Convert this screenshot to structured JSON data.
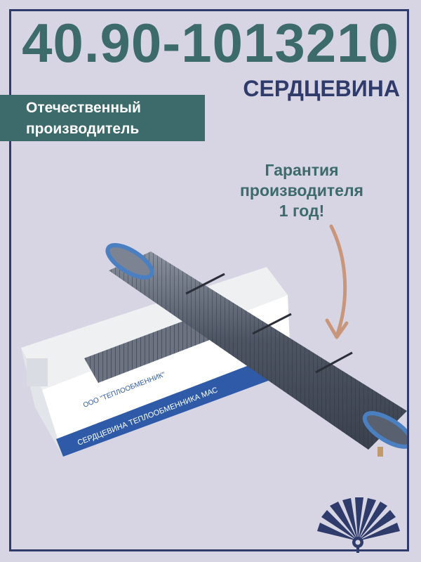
{
  "header": {
    "sku": "40.90-1013210",
    "product_name": "СЕРДЦЕВИНА"
  },
  "badge": {
    "line1": "Отечественный",
    "line2": "производитель"
  },
  "warranty": {
    "line1": "Гарантия",
    "line2": "производителя",
    "line3": "1 год!"
  },
  "product_image": {
    "box_brand": "ООО \"ТЕПЛООБМЕННИК\"",
    "box_label": "СЕРДЦЕВИНА ТЕПЛООБМЕННИКА МАС"
  },
  "colors": {
    "background": "#d7d5e4",
    "frame": "#2f3b6a",
    "accent_teal": "#3d6b6c",
    "arrow": "#c8967a"
  },
  "icons": [
    "arrow-down-icon",
    "fan-logo-icon"
  ]
}
